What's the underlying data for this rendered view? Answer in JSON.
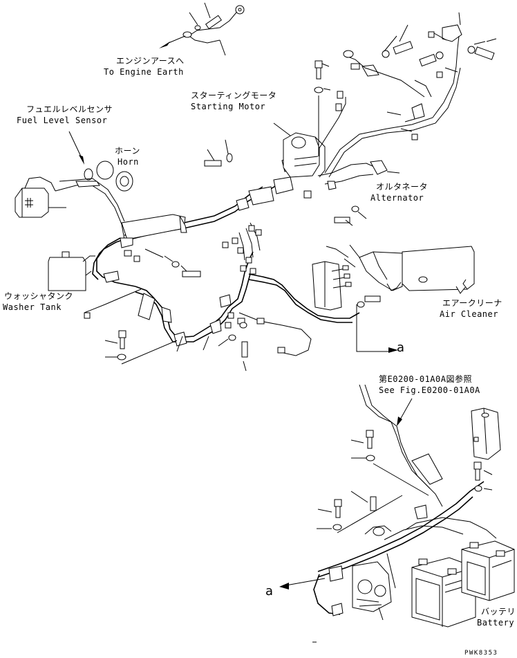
{
  "labels": {
    "engine_earth_ja": "エンジンアースへ",
    "engine_earth_en": "To Engine Earth",
    "starting_motor_ja": "スターティングモータ",
    "starting_motor_en": "Starting Motor",
    "fuel_sensor_ja": "フュエルレベルセンサ",
    "fuel_sensor_en": "Fuel Level Sensor",
    "horn_ja": "ホーン",
    "horn_en": "Horn",
    "alternator_ja": "オルタネータ",
    "alternator_en": "Alternator",
    "washer_tank_ja": "ウォッシャタンク",
    "washer_tank_en": "Washer Tank",
    "air_cleaner_ja": "エアークリーナ",
    "air_cleaner_en": "Air Cleaner",
    "ref_a_upper": "a",
    "ref_a_lower": "a",
    "see_fig_ja": "第E0200-01A0A図参照",
    "see_fig_en": "See Fig.E0200-01A0A",
    "battery_ja": "バッテリ",
    "battery_en": "Battery",
    "doc_code": "PWK8353"
  }
}
